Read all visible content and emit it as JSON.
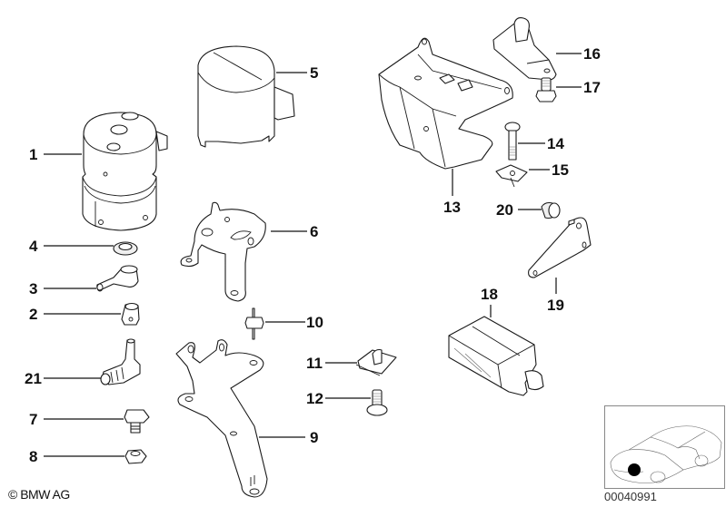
{
  "diagram": {
    "copyright": "© BMW AG",
    "diagram_id": "00040991",
    "locator": {
      "description": "car-overview-with-front-left-highlight",
      "marker_color": "#000000"
    },
    "callouts": [
      {
        "number": "1",
        "part": "pump-motor-unit"
      },
      {
        "number": "2",
        "part": "hollow-bolt"
      },
      {
        "number": "3",
        "part": "banjo-fitting-with-hose-nipple"
      },
      {
        "number": "4",
        "part": "sealing-ring"
      },
      {
        "number": "5",
        "part": "cover-cap"
      },
      {
        "number": "6",
        "part": "mounting-bracket-round"
      },
      {
        "number": "7",
        "part": "hex-bolt-with-collar"
      },
      {
        "number": "8",
        "part": "hex-nut"
      },
      {
        "number": "9",
        "part": "support-bracket-long"
      },
      {
        "number": "10",
        "part": "stud-bolt"
      },
      {
        "number": "11",
        "part": "spring-nut-clip"
      },
      {
        "number": "12",
        "part": "screw-with-washer"
      },
      {
        "number": "13",
        "part": "holder-bracket"
      },
      {
        "number": "14",
        "part": "bolt-long"
      },
      {
        "number": "15",
        "part": "speed-nut"
      },
      {
        "number": "16",
        "part": "sensor-with-bracket"
      },
      {
        "number": "17",
        "part": "hex-screw"
      },
      {
        "number": "18",
        "part": "control-unit"
      },
      {
        "number": "19",
        "part": "bracket-triangular"
      },
      {
        "number": "20",
        "part": "rubber-grommet"
      },
      {
        "number": "21",
        "part": "angle-fitting"
      }
    ]
  }
}
